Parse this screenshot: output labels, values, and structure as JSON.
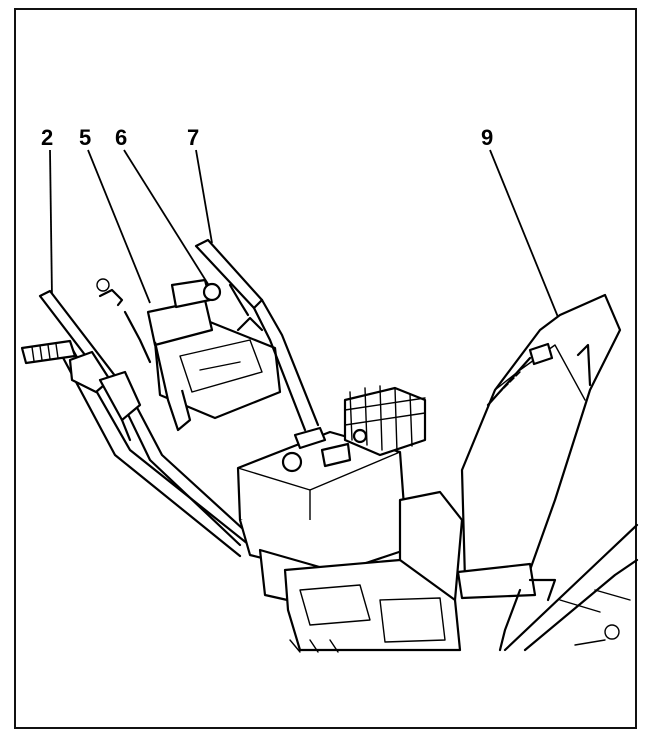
{
  "callouts": [
    {
      "id": "c2",
      "label": "2"
    },
    {
      "id": "c5",
      "label": "5"
    },
    {
      "id": "c6",
      "label": "6"
    },
    {
      "id": "c7",
      "label": "7"
    },
    {
      "id": "c9",
      "label": "9"
    }
  ],
  "colors": {
    "ink": "#000000",
    "paper": "#ffffff"
  }
}
